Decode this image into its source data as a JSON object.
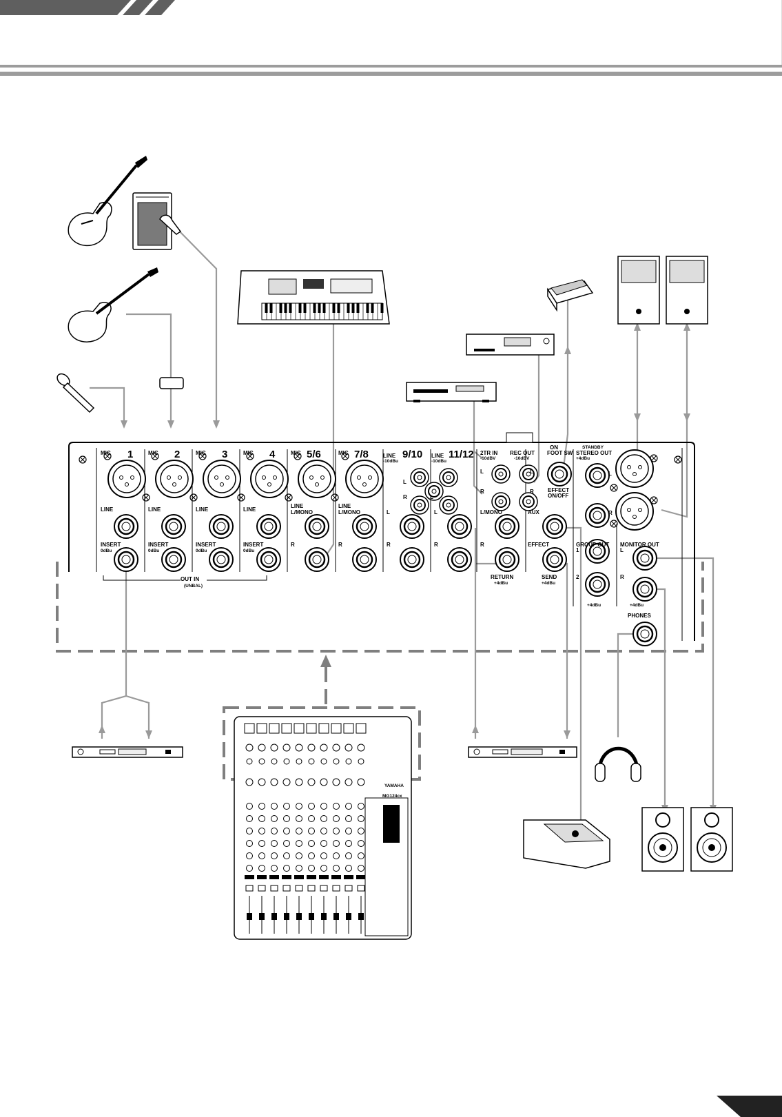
{
  "panel": {
    "channels": [
      {
        "type": "MIC",
        "number": "1",
        "line": "LINE",
        "insert": "INSERT",
        "insert_level": "0dBu"
      },
      {
        "type": "MIC",
        "number": "2",
        "line": "LINE",
        "insert": "INSERT",
        "insert_level": "0dBu"
      },
      {
        "type": "MIC",
        "number": "3",
        "line": "LINE",
        "insert": "INSERT",
        "insert_level": "0dBu"
      },
      {
        "type": "MIC",
        "number": "4",
        "line": "LINE",
        "insert": "INSERT",
        "insert_level": "0dBu"
      },
      {
        "type": "MIC",
        "number": "5/6",
        "line": "LINE",
        "line_sub": "L/MONO",
        "r": "R"
      },
      {
        "type": "MIC",
        "number": "7/8",
        "line": "LINE",
        "line_sub": "L/MONO",
        "r": "R"
      }
    ],
    "stereo_9_10": {
      "badge": "LINE",
      "number": "9/10",
      "level": "-10dBu",
      "l": "L",
      "r": "R"
    },
    "stereo_11_12": {
      "badge": "LINE",
      "number": "11/12",
      "level": "-10dBu",
      "l": "L",
      "r": "R"
    },
    "out_in": "OUT IN",
    "unbal": "(UNBAL)",
    "two_tr_in": {
      "label": "2TR IN",
      "level": "-10dBV",
      "l": "L",
      "r": "R"
    },
    "rec_out": {
      "label": "REC OUT",
      "level": "-10dBV",
      "l": "L",
      "r": "R"
    },
    "foot_sw": {
      "on": "ON",
      "label": "FOOT SW",
      "effect": "EFFECT",
      "onoff": "ON/OFF"
    },
    "standby": "STANDBY",
    "stereo_out": {
      "label": "STEREO OUT",
      "level": "+4dBu",
      "l": "L",
      "r": "R"
    },
    "return": {
      "l": "L/MONO",
      "r": "R",
      "label": "RETURN",
      "level": "+4dBu"
    },
    "aux": {
      "aux": "AUX",
      "effect": "EFFECT",
      "send": "SEND",
      "level": "+4dBu"
    },
    "group_out": {
      "label": "GROUP OUT",
      "one": "1",
      "two": "2",
      "level": "+4dBu"
    },
    "monitor_out": {
      "label": "MONITOR OUT",
      "l": "L",
      "r": "R",
      "level": "+4dBu"
    },
    "phones": "PHONES"
  },
  "mini_mixer": {
    "brand": "YAMAHA",
    "model": "MG124cx"
  },
  "colors": {
    "cable": "#9a9a9a",
    "dash": "#7f7f7f",
    "header_bar": "#5f5f5f"
  }
}
